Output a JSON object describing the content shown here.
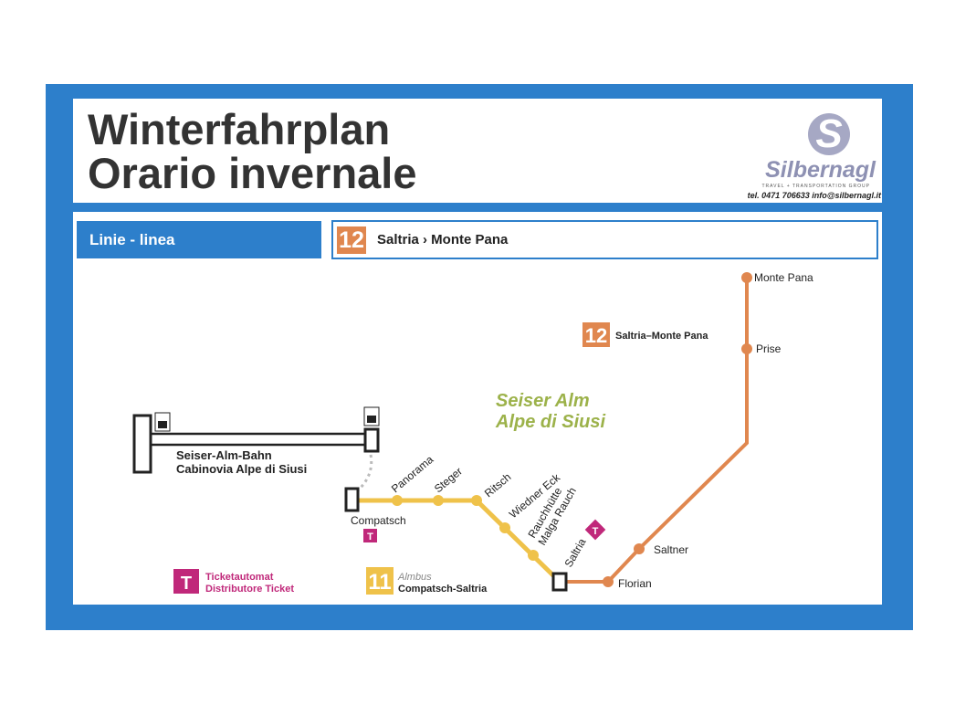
{
  "header": {
    "title_de": "Winterfahrplan",
    "title_it": "Orario invernale"
  },
  "logo": {
    "letter": "S",
    "name": "Silbernagl",
    "tagline": "TRAVEL + TRANSPORTATION GROUP",
    "contact": "tel. 0471 706633  info@silbernagl.it"
  },
  "line_bar": {
    "label": "Linie - linea",
    "number": "12",
    "route": "Saltria › Monte Pana"
  },
  "colors": {
    "frame": "#2d7fcb",
    "line12": "#e0874f",
    "line11": "#efc24a",
    "ticket": "#c0287a",
    "area": "#9cb24a"
  },
  "map": {
    "area_name": [
      "Seiser Alm",
      "Alpe di Siusi"
    ],
    "cable_car": [
      "Seiser-Alm-Bahn",
      "Cabinovia Alpe di Siusi"
    ],
    "line12_legend": {
      "number": "12",
      "name": "Saltria–Monte Pana"
    },
    "line12_stops": [
      "Monte Pana",
      "Prise",
      "Saltner",
      "Florian"
    ],
    "line11_stops": [
      "Compatsch",
      "Panorama",
      "Steger",
      "Ritsch",
      "Wiedner Eck",
      "Rauchhütte",
      "Malga Rauch",
      "Saltria"
    ],
    "ticket_symbol": "T",
    "legend_ticket": [
      "Ticketautomat",
      "Distributore Ticket"
    ],
    "legend_line11": {
      "number": "11",
      "type": "Almbus",
      "name": "Compatsch-Saltria"
    }
  }
}
